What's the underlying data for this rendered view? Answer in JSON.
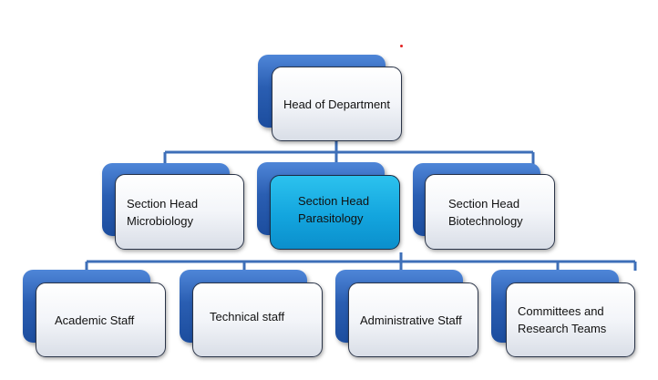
{
  "org_chart": {
    "head": {
      "label": "Head of Department"
    },
    "sections": [
      {
        "label": "Section Head\nMicrobiology"
      },
      {
        "label": "Section Head\nParasitology",
        "highlighted": true
      },
      {
        "label": "Section Head\nBiotechnology"
      }
    ],
    "staff": [
      {
        "label": "Academic Staff"
      },
      {
        "label": "Technical staff"
      },
      {
        "label": "Administrative Staff"
      },
      {
        "label": "Committees and\nResearch Teams"
      }
    ]
  },
  "colors": {
    "connector": "#3e6fb8",
    "box_back": "#2a5eb2",
    "box_highlight": "#13a5de"
  }
}
